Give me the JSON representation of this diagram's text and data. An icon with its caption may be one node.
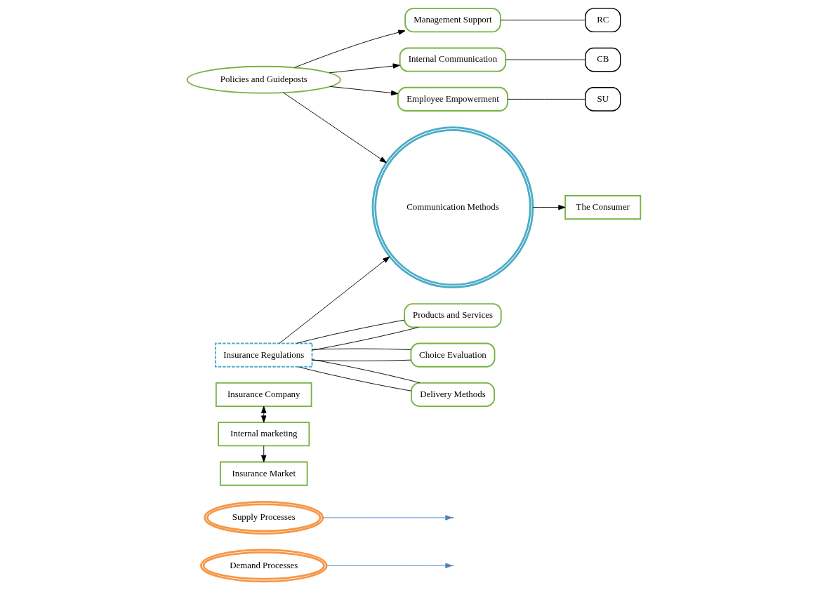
{
  "diagram": {
    "nodes": [
      {
        "text": [
          "Demand Processes"
        ]
      },
      {
        "text": [
          "Supply Processes"
        ]
      },
      {
        "text": [
          "Insurance Company"
        ]
      },
      {
        "text": [
          "Internal marketing"
        ]
      },
      {
        "text": [
          "Insurance Market"
        ]
      },
      {
        "text": [
          "Management Support"
        ]
      },
      {
        "text": [
          "Internal Communication"
        ]
      },
      {
        "text": [
          "Employee Empowerment"
        ]
      },
      {
        "text": [
          "RC"
        ]
      },
      {
        "text": [
          "CB"
        ]
      },
      {
        "text": [
          "SU"
        ]
      },
      {
        "text": [
          "Insurance Regulations"
        ]
      },
      {
        "text": [
          "Products and Services"
        ]
      },
      {
        "text": [
          "Choice Evaluation"
        ]
      },
      {
        "text": [
          "Delivery Methods"
        ]
      },
      {
        "text": [
          "Policies and Guideposts"
        ]
      },
      {
        "text": [
          "Communication Methods"
        ]
      },
      {
        "text": [
          "The Consumer"
        ]
      }
    ],
    "edges": [
      {
        "from": 0,
        "to": null,
        "arrow": "to",
        "color": "#4f81bd"
      },
      {
        "from": 1,
        "to": null,
        "arrow": "to",
        "color": "#4f81bd"
      },
      {
        "from": 2,
        "to": 3,
        "arrow": "both"
      },
      {
        "from": 3,
        "to": 4,
        "arrow": "to"
      },
      {
        "from": 15,
        "to": 5,
        "arrow": "to"
      },
      {
        "from": 15,
        "to": 6,
        "arrow": "to"
      },
      {
        "from": 15,
        "to": 7,
        "arrow": "to"
      },
      {
        "from": 5,
        "to": 8,
        "arrow": "none"
      },
      {
        "from": 6,
        "to": 9,
        "arrow": "none"
      },
      {
        "from": 7,
        "to": 10,
        "arrow": "none"
      },
      {
        "from": 11,
        "to": 12,
        "arrow": "none"
      },
      {
        "from": 11,
        "to": 12,
        "arrow": "none"
      },
      {
        "from": 11,
        "to": 13,
        "arrow": "none"
      },
      {
        "from": 11,
        "to": 13,
        "arrow": "none"
      },
      {
        "from": 11,
        "to": 14,
        "arrow": "none"
      },
      {
        "from": 11,
        "to": 14,
        "arrow": "none"
      },
      {
        "from": 11,
        "to": 16,
        "arrow": "to"
      },
      {
        "from": 15,
        "to": 16,
        "arrow": "to"
      },
      {
        "from": 16,
        "to": 17,
        "arrow": "to"
      }
    ]
  }
}
